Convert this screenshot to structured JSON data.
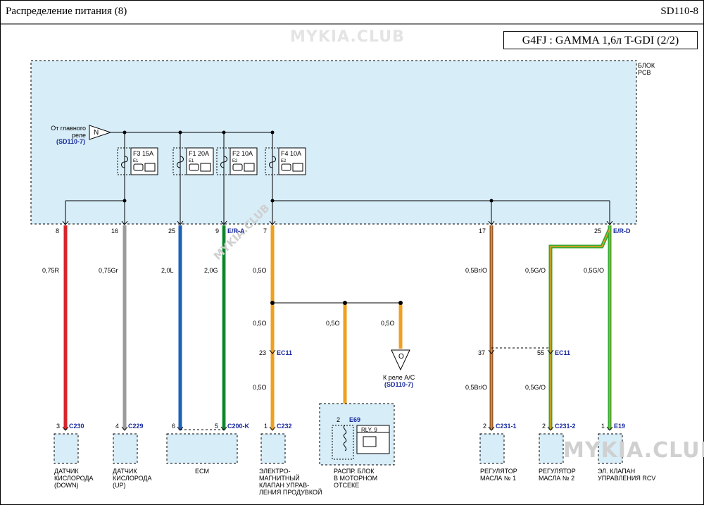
{
  "header": {
    "title": "Распределение питания (8)",
    "code": "SD110-8",
    "engine": "G4FJ : GAMMA 1,6л T-GDI (2/2)"
  },
  "watermark": {
    "top": "MYKIA.CLUB",
    "diag": "MYKIA.CLUB",
    "bottom": "MYKIA.CLUB"
  },
  "pcb": {
    "label": "БЛОК\nPCB",
    "source_label": "От главного\nреле",
    "source_ref": "(SD110-7)",
    "source_node": "N"
  },
  "fuses": [
    {
      "name": "F3 15A",
      "sub": "E1"
    },
    {
      "name": "F1 20A",
      "sub": "E1"
    },
    {
      "name": "F2 10A",
      "sub": "E2"
    },
    {
      "name": "F4 10A",
      "sub": "E2"
    }
  ],
  "pins_top": [
    {
      "pin": "8",
      "conn": ""
    },
    {
      "pin": "16",
      "conn": ""
    },
    {
      "pin": "25",
      "conn": ""
    },
    {
      "pin": "9",
      "conn": "E/R-A"
    },
    {
      "pin": "7",
      "conn": ""
    },
    {
      "pin": "17",
      "conn": ""
    },
    {
      "pin": "25",
      "conn": "E/R-D"
    }
  ],
  "wires": [
    {
      "label": "0,75R",
      "color": "#d7252c"
    },
    {
      "label": "0,75Gr",
      "color": "#9b9b9b"
    },
    {
      "label": "2,0L",
      "color": "#1e62b8"
    },
    {
      "label": "2,0G",
      "color": "#1f9a3c"
    },
    {
      "label": "0,5O",
      "color": "#f0a020"
    },
    {
      "label": "0,5Br/O",
      "color": "#9a5a2a"
    },
    {
      "label": "0,5G/O",
      "color": "#3aa832"
    },
    {
      "label": "0,5G/O",
      "color": "#3aa832"
    }
  ],
  "branch_wires": [
    "0,5O",
    "0,5O",
    "0,5O",
    "0,5O",
    "0,5Br/O",
    "0,5G/O"
  ],
  "ec11": [
    {
      "pin": "23",
      "conn": "EC11"
    },
    {
      "pin": "37",
      "conn": ""
    },
    {
      "pin": "55",
      "conn": "EC11"
    }
  ],
  "ac_relay": {
    "node": "O",
    "label": "К реле A/C",
    "ref": "(SD110-7)"
  },
  "components": [
    {
      "pin": "3",
      "conn": "C230",
      "name": "ДАТЧИК\nКИСЛОРОДА\n(DOWN)"
    },
    {
      "pin": "4",
      "conn": "C229",
      "name": "ДАТЧИК\nКИСЛОРОДА\n(UP)"
    },
    {
      "pin": "6",
      "pin2": "5",
      "conn": "C200-K",
      "name": "ECM"
    },
    {
      "pin": "1",
      "conn": "C232",
      "name": "ЭЛЕКТРО-\nМАГНИТНЫЙ\nКЛАПАН УПРАВ-\nЛЕНИЯ ПРОДУВКОЙ"
    },
    {
      "pin": "2",
      "conn": "E69",
      "name": "РАСПР. БЛОК\nВ МОТОРНОМ\nОТСЕКЕ",
      "relay": "RLY. 9"
    },
    {
      "pin": "2",
      "conn": "C231-1",
      "name": "РЕГУЛЯТОР\nМАСЛА № 1"
    },
    {
      "pin": "2",
      "conn": "C231-2",
      "name": "РЕГУЛЯТОР\nМАСЛА № 2"
    },
    {
      "pin": "1",
      "conn": "E19",
      "name": "ЭЛ. КЛАПАН\nУПРАВЛЕНИЯ RCV"
    }
  ],
  "colors": {
    "pcb_fill": "#d7edf8",
    "box_fill": "#d7edf8"
  }
}
